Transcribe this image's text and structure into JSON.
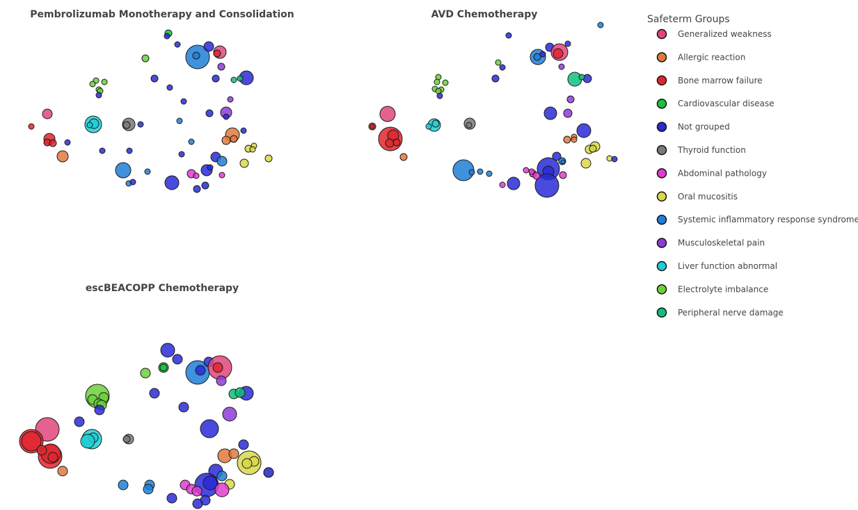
{
  "legend": {
    "title": "Safeterm Groups",
    "items": [
      {
        "label": "Generalized weakness",
        "color": "#e0457b"
      },
      {
        "label": "Allergic reaction",
        "color": "#e07a3c"
      },
      {
        "label": "Bone marrow failure",
        "color": "#e0262e"
      },
      {
        "label": "Cardiovascular disease",
        "color": "#19c33a"
      },
      {
        "label": "Not grouped",
        "color": "#2a2ad6"
      },
      {
        "label": "Thyroid function",
        "color": "#7a7a7a"
      },
      {
        "label": "Abdominal pathology",
        "color": "#e13ccf"
      },
      {
        "label": "Oral mucositis",
        "color": "#d8d84a"
      },
      {
        "label": "Systemic inflammatory response syndrome",
        "color": "#1f7fd6"
      },
      {
        "label": "Musculoskeletal pain",
        "color": "#8e3cd6"
      },
      {
        "label": "Liver function abnormal",
        "color": "#1ccfd6"
      },
      {
        "label": "Electrolyte imbalance",
        "color": "#6ccf3c"
      },
      {
        "label": "Peripheral nerve damage",
        "color": "#10c07a"
      }
    ]
  },
  "chart_data": [
    {
      "type": "scatter",
      "title": "Pembrolizumab Monotherapy and Consolidation",
      "points": [
        [
          242,
          48,
          5,
          "#19c33a"
        ],
        [
          240,
          52,
          4,
          "#2a2ad6"
        ],
        [
          255,
          64,
          4,
          "#2a2ad6"
        ],
        [
          209,
          84,
          5,
          "#6ccf3c"
        ],
        [
          284,
          82,
          17,
          "#1f7fd6"
        ],
        [
          282,
          80,
          5,
          "#1f7fd6"
        ],
        [
          300,
          67,
          7,
          "#2a2ad6"
        ],
        [
          316,
          75,
          9,
          "#e0457b"
        ],
        [
          312,
          77,
          5,
          "#e0262e"
        ],
        [
          318,
          96,
          5,
          "#8e3cd6"
        ],
        [
          222,
          113,
          5,
          "#2a2ad6"
        ],
        [
          244,
          126,
          4,
          "#2a2ad6"
        ],
        [
          310,
          113,
          5,
          "#2a2ad6"
        ],
        [
          354,
          112,
          10,
          "#2a2ad6"
        ],
        [
          336,
          115,
          4,
          "#10c07a"
        ],
        [
          345,
          113,
          4,
          "#10c07a"
        ],
        [
          138,
          116,
          4,
          "#6ccf3c"
        ],
        [
          150,
          118,
          4,
          "#6ccf3c"
        ],
        [
          133,
          121,
          4,
          "#6ccf3c"
        ],
        [
          142,
          129,
          4,
          "#6ccf3c"
        ],
        [
          144,
          131,
          4,
          "#6ccf3c"
        ],
        [
          142,
          137,
          4,
          "#2a2ad6"
        ],
        [
          264,
          146,
          4,
          "#2a2ad6"
        ],
        [
          331,
          143,
          4,
          "#8e3cd6"
        ],
        [
          68,
          164,
          7,
          "#e0457b"
        ],
        [
          45,
          182,
          4,
          "#e0262e"
        ],
        [
          134,
          179,
          12,
          "#1ccfd6"
        ],
        [
          135,
          178,
          7,
          "#1ccfd6"
        ],
        [
          129,
          180,
          4,
          "#1ccfd6"
        ],
        [
          185,
          179,
          9,
          "#7a7a7a"
        ],
        [
          182,
          180,
          5,
          "#7a7a7a"
        ],
        [
          202,
          179,
          4,
          "#2a2ad6"
        ],
        [
          258,
          174,
          4,
          "#1f7fd6"
        ],
        [
          301,
          163,
          5,
          "#2a2ad6"
        ],
        [
          325,
          162,
          8,
          "#8e3cd6"
        ],
        [
          325,
          168,
          4,
          "#2a2ad6"
        ],
        [
          350,
          188,
          4,
          "#2a2ad6"
        ],
        [
          275,
          204,
          4,
          "#1f7fd6"
        ],
        [
          334,
          194,
          10,
          "#e07a3c"
        ],
        [
          325,
          202,
          6,
          "#e07a3c"
        ],
        [
          336,
          200,
          5,
          "#e07a3c"
        ],
        [
          71,
          200,
          8,
          "#e0262e"
        ],
        [
          68,
          205,
          5,
          "#e0262e"
        ],
        [
          76,
          206,
          5,
          "#e0262e"
        ],
        [
          97,
          205,
          4,
          "#2a2ad6"
        ],
        [
          90,
          225,
          8,
          "#e07a3c"
        ],
        [
          147,
          217,
          4,
          "#2a2ad6"
        ],
        [
          186,
          217,
          4,
          "#2a2ad6"
        ],
        [
          261,
          222,
          4,
          "#2a2ad6"
        ],
        [
          310,
          226,
          7,
          "#2a2ad6"
        ],
        [
          319,
          232,
          7,
          "#1f7fd6"
        ],
        [
          357,
          214,
          5,
          "#d8d84a"
        ],
        [
          365,
          210,
          4,
          "#d8d84a"
        ],
        [
          363,
          215,
          4,
          "#d8d84a"
        ],
        [
          351,
          235,
          6,
          "#d8d84a"
        ],
        [
          386,
          228,
          5,
          "#d8d84a"
        ],
        [
          177,
          245,
          11,
          "#1f7fd6"
        ],
        [
          212,
          247,
          4,
          "#1f7fd6"
        ],
        [
          297,
          245,
          8,
          "#2a2ad6"
        ],
        [
          302,
          241,
          4,
          "#2a2ad6"
        ],
        [
          275,
          250,
          6,
          "#e13ccf"
        ],
        [
          282,
          253,
          4,
          "#e13ccf"
        ],
        [
          319,
          252,
          4,
          "#e13ccf"
        ],
        [
          247,
          263,
          10,
          "#2a2ad6"
        ],
        [
          185,
          264,
          4,
          "#1f7fd6"
        ],
        [
          191,
          262,
          4,
          "#2a2ad6"
        ],
        [
          295,
          267,
          5,
          "#2a2ad6"
        ],
        [
          283,
          272,
          5,
          "#2a2ad6"
        ]
      ]
    },
    {
      "type": "scatter",
      "title": "AVD Chemotherapy",
      "points": [
        [
          863,
          36,
          4,
          "#1f7fd6"
        ],
        [
          731,
          51,
          4,
          "#2a2ad6"
        ],
        [
          816,
          63,
          4,
          "#2a2ad6"
        ],
        [
          790,
          68,
          6,
          "#2a2ad6"
        ],
        [
          804,
          75,
          12,
          "#e0457b"
        ],
        [
          802,
          77,
          7,
          "#e0262e"
        ],
        [
          773,
          82,
          11,
          "#1f7fd6"
        ],
        [
          772,
          82,
          5,
          "#1f7fd6"
        ],
        [
          780,
          78,
          4,
          "#2a2ad6"
        ],
        [
          716,
          90,
          4,
          "#6ccf3c"
        ],
        [
          722,
          97,
          4,
          "#2a2ad6"
        ],
        [
          807,
          96,
          4,
          "#8e3cd6"
        ],
        [
          712,
          113,
          5,
          "#2a2ad6"
        ],
        [
          826,
          114,
          10,
          "#10c07a"
        ],
        [
          844,
          113,
          6,
          "#2a2ad6"
        ],
        [
          836,
          111,
          4,
          "#10c07a"
        ],
        [
          630,
          111,
          4,
          "#6ccf3c"
        ],
        [
          628,
          118,
          4,
          "#6ccf3c"
        ],
        [
          640,
          119,
          4,
          "#6ccf3c"
        ],
        [
          625,
          128,
          4,
          "#6ccf3c"
        ],
        [
          634,
          129,
          4,
          "#6ccf3c"
        ],
        [
          630,
          131,
          4,
          "#6ccf3c"
        ],
        [
          632,
          138,
          4,
          "#2a2ad6"
        ],
        [
          820,
          143,
          5,
          "#8e3cd6"
        ],
        [
          557,
          164,
          11,
          "#e0457b"
        ],
        [
          791,
          163,
          9,
          "#2a2ad6"
        ],
        [
          816,
          163,
          6,
          "#8e3cd6"
        ],
        [
          535,
          182,
          5,
          "#e0262e"
        ],
        [
          535,
          182,
          3,
          "#e0262e"
        ],
        [
          624,
          180,
          9,
          "#1ccfd6"
        ],
        [
          626,
          178,
          5,
          "#1ccfd6"
        ],
        [
          616,
          182,
          4,
          "#1ccfd6"
        ],
        [
          675,
          178,
          8,
          "#7a7a7a"
        ],
        [
          674,
          180,
          4,
          "#7a7a7a"
        ],
        [
          839,
          188,
          10,
          "#2a2ad6"
        ],
        [
          561,
          200,
          17,
          "#e0262e"
        ],
        [
          565,
          195,
          8,
          "#e0262e"
        ],
        [
          560,
          206,
          6,
          "#e0262e"
        ],
        [
          570,
          205,
          5,
          "#e0262e"
        ],
        [
          815,
          201,
          5,
          "#e07a3c"
        ],
        [
          825,
          197,
          4,
          "#e07a3c"
        ],
        [
          825,
          201,
          4,
          "#e07a3c"
        ],
        [
          855,
          211,
          7,
          "#d8d84a"
        ],
        [
          847,
          215,
          6,
          "#d8d84a"
        ],
        [
          852,
          214,
          5,
          "#d8d84a"
        ],
        [
          580,
          226,
          5,
          "#e07a3c"
        ],
        [
          876,
          228,
          4,
          "#d8d84a"
        ],
        [
          883,
          229,
          4,
          "#2a2ad6"
        ],
        [
          800,
          225,
          6,
          "#2a2ad6"
        ],
        [
          808,
          232,
          5,
          "#1f7fd6"
        ],
        [
          809,
          233,
          3,
          "#1f7fd6"
        ],
        [
          842,
          235,
          7,
          "#d8d84a"
        ],
        [
          666,
          245,
          15,
          "#1f7fd6"
        ],
        [
          678,
          248,
          4,
          "#1f7fd6"
        ],
        [
          690,
          247,
          4,
          "#1f7fd6"
        ],
        [
          703,
          250,
          4,
          "#1f7fd6"
        ],
        [
          788,
          243,
          16,
          "#2a2ad6"
        ],
        [
          788,
          247,
          8,
          "#2a2ad6"
        ],
        [
          786,
          267,
          17,
          "#2a2ad6"
        ],
        [
          756,
          245,
          4,
          "#e13ccf"
        ],
        [
          766,
          250,
          5,
          "#e13ccf"
        ],
        [
          771,
          253,
          5,
          "#e13ccf"
        ],
        [
          764,
          247,
          4,
          "#e13ccf"
        ],
        [
          809,
          252,
          5,
          "#e13ccf"
        ],
        [
          738,
          264,
          9,
          "#2a2ad6"
        ],
        [
          722,
          266,
          4,
          "#e13ccf"
        ]
      ]
    },
    {
      "type": "scatter",
      "title": "escBEACOPP Chemotherapy",
      "points": [
        [
          241,
          504,
          10,
          "#2a2ad6"
        ],
        [
          255,
          517,
          7,
          "#2a2ad6"
        ],
        [
          209,
          537,
          7,
          "#6ccf3c"
        ],
        [
          235,
          529,
          7,
          "#19c33a"
        ],
        [
          235,
          529,
          5,
          "#19c33a"
        ],
        [
          284,
          536,
          17,
          "#1f7fd6"
        ],
        [
          288,
          533,
          7,
          "#2a2ad6"
        ],
        [
          300,
          521,
          7,
          "#2a2ad6"
        ],
        [
          316,
          529,
          17,
          "#e0457b"
        ],
        [
          313,
          529,
          7,
          "#e0262e"
        ],
        [
          318,
          548,
          7,
          "#8e3cd6"
        ],
        [
          354,
          566,
          10,
          "#2a2ad6"
        ],
        [
          336,
          567,
          7,
          "#10c07a"
        ],
        [
          345,
          565,
          7,
          "#10c07a"
        ],
        [
          140,
          570,
          17,
          "#6ccf3c"
        ],
        [
          149,
          572,
          7,
          "#6ccf3c"
        ],
        [
          133,
          575,
          7,
          "#6ccf3c"
        ],
        [
          142,
          581,
          7,
          "#6ccf3c"
        ],
        [
          146,
          583,
          7,
          "#6ccf3c"
        ],
        [
          143,
          590,
          7,
          "#2a2ad6"
        ],
        [
          222,
          566,
          7,
          "#2a2ad6"
        ],
        [
          264,
          586,
          7,
          "#2a2ad6"
        ],
        [
          330,
          596,
          10,
          "#8e3cd6"
        ],
        [
          301,
          617,
          13,
          "#2a2ad6"
        ],
        [
          68,
          618,
          17,
          "#e0457b"
        ],
        [
          114,
          607,
          7,
          "#2a2ad6"
        ],
        [
          45,
          635,
          17,
          "#e0262e"
        ],
        [
          45,
          635,
          14,
          "#e0262e"
        ],
        [
          132,
          632,
          14,
          "#1ccfd6"
        ],
        [
          134,
          630,
          7,
          "#1ccfd6"
        ],
        [
          126,
          635,
          10,
          "#1ccfd6"
        ],
        [
          185,
          632,
          7,
          "#7a7a7a"
        ],
        [
          182,
          632,
          5,
          "#7a7a7a"
        ],
        [
          72,
          657,
          17,
          "#e0262e"
        ],
        [
          73,
          653,
          14,
          "#e0262e"
        ],
        [
          60,
          648,
          7,
          "#e0262e"
        ],
        [
          76,
          658,
          7,
          "#e0262e"
        ],
        [
          350,
          640,
          7,
          "#2a2ad6"
        ],
        [
          358,
          666,
          17,
          "#d8d84a"
        ],
        [
          365,
          664,
          7,
          "#d8d84a"
        ],
        [
          355,
          667,
          7,
          "#d8d84a"
        ],
        [
          323,
          656,
          10,
          "#e07a3c"
        ],
        [
          336,
          653,
          7,
          "#e07a3c"
        ],
        [
          386,
          680,
          7,
          "#d8d84a"
        ],
        [
          386,
          680,
          7,
          "#2a2ad6"
        ],
        [
          90,
          678,
          7,
          "#e07a3c"
        ],
        [
          310,
          678,
          10,
          "#2a2ad6"
        ],
        [
          319,
          685,
          7,
          "#1f7fd6"
        ],
        [
          330,
          697,
          7,
          "#d8d84a"
        ],
        [
          177,
          698,
          7,
          "#1f7fd6"
        ],
        [
          215,
          698,
          7,
          "#1f7fd6"
        ],
        [
          213,
          704,
          7,
          "#1f7fd6"
        ],
        [
          297,
          698,
          17,
          "#2a2ad6"
        ],
        [
          302,
          695,
          10,
          "#2a2ad6"
        ],
        [
          266,
          698,
          7,
          "#e13ccf"
        ],
        [
          275,
          704,
          7,
          "#e13ccf"
        ],
        [
          283,
          707,
          7,
          "#e13ccf"
        ],
        [
          319,
          705,
          10,
          "#e13ccf"
        ],
        [
          247,
          717,
          7,
          "#2a2ad6"
        ],
        [
          295,
          720,
          7,
          "#2a2ad6"
        ],
        [
          284,
          725,
          7,
          "#2a2ad6"
        ]
      ]
    }
  ]
}
